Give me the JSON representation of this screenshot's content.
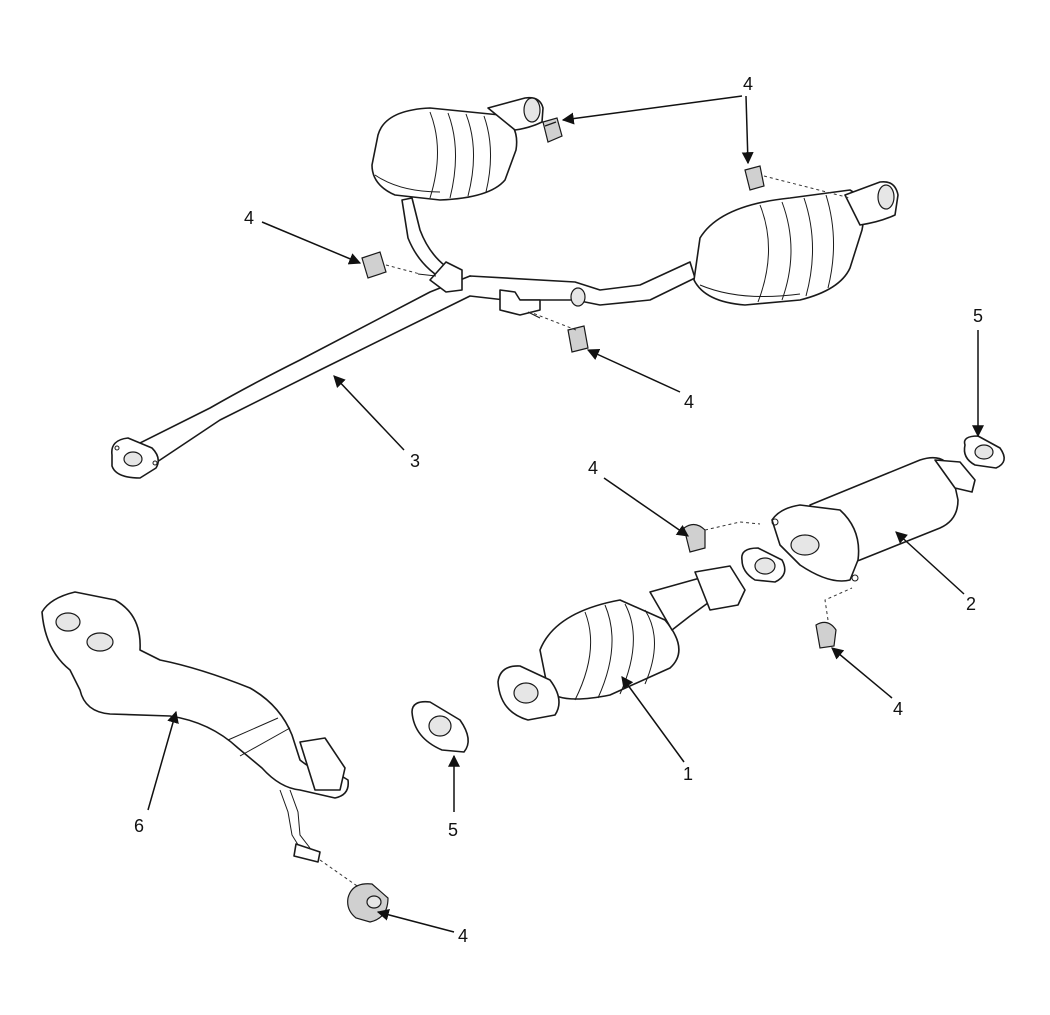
{
  "callouts": {
    "muffler_hanger_top": "4",
    "rear_hanger_left": "4",
    "center_pipe_hanger": "4",
    "center_pipe": "3",
    "front_gasket_right": "5",
    "hanger_mid": "4",
    "front_muffler": "2",
    "hanger_mid_low": "4",
    "catalytic_converter": "1",
    "gasket_center": "5",
    "front_pipe": "6",
    "hanger_bottom": "4"
  },
  "colors": {
    "line": "#1a1a1a",
    "shade": "#e6e6e6",
    "background": "#ffffff"
  }
}
